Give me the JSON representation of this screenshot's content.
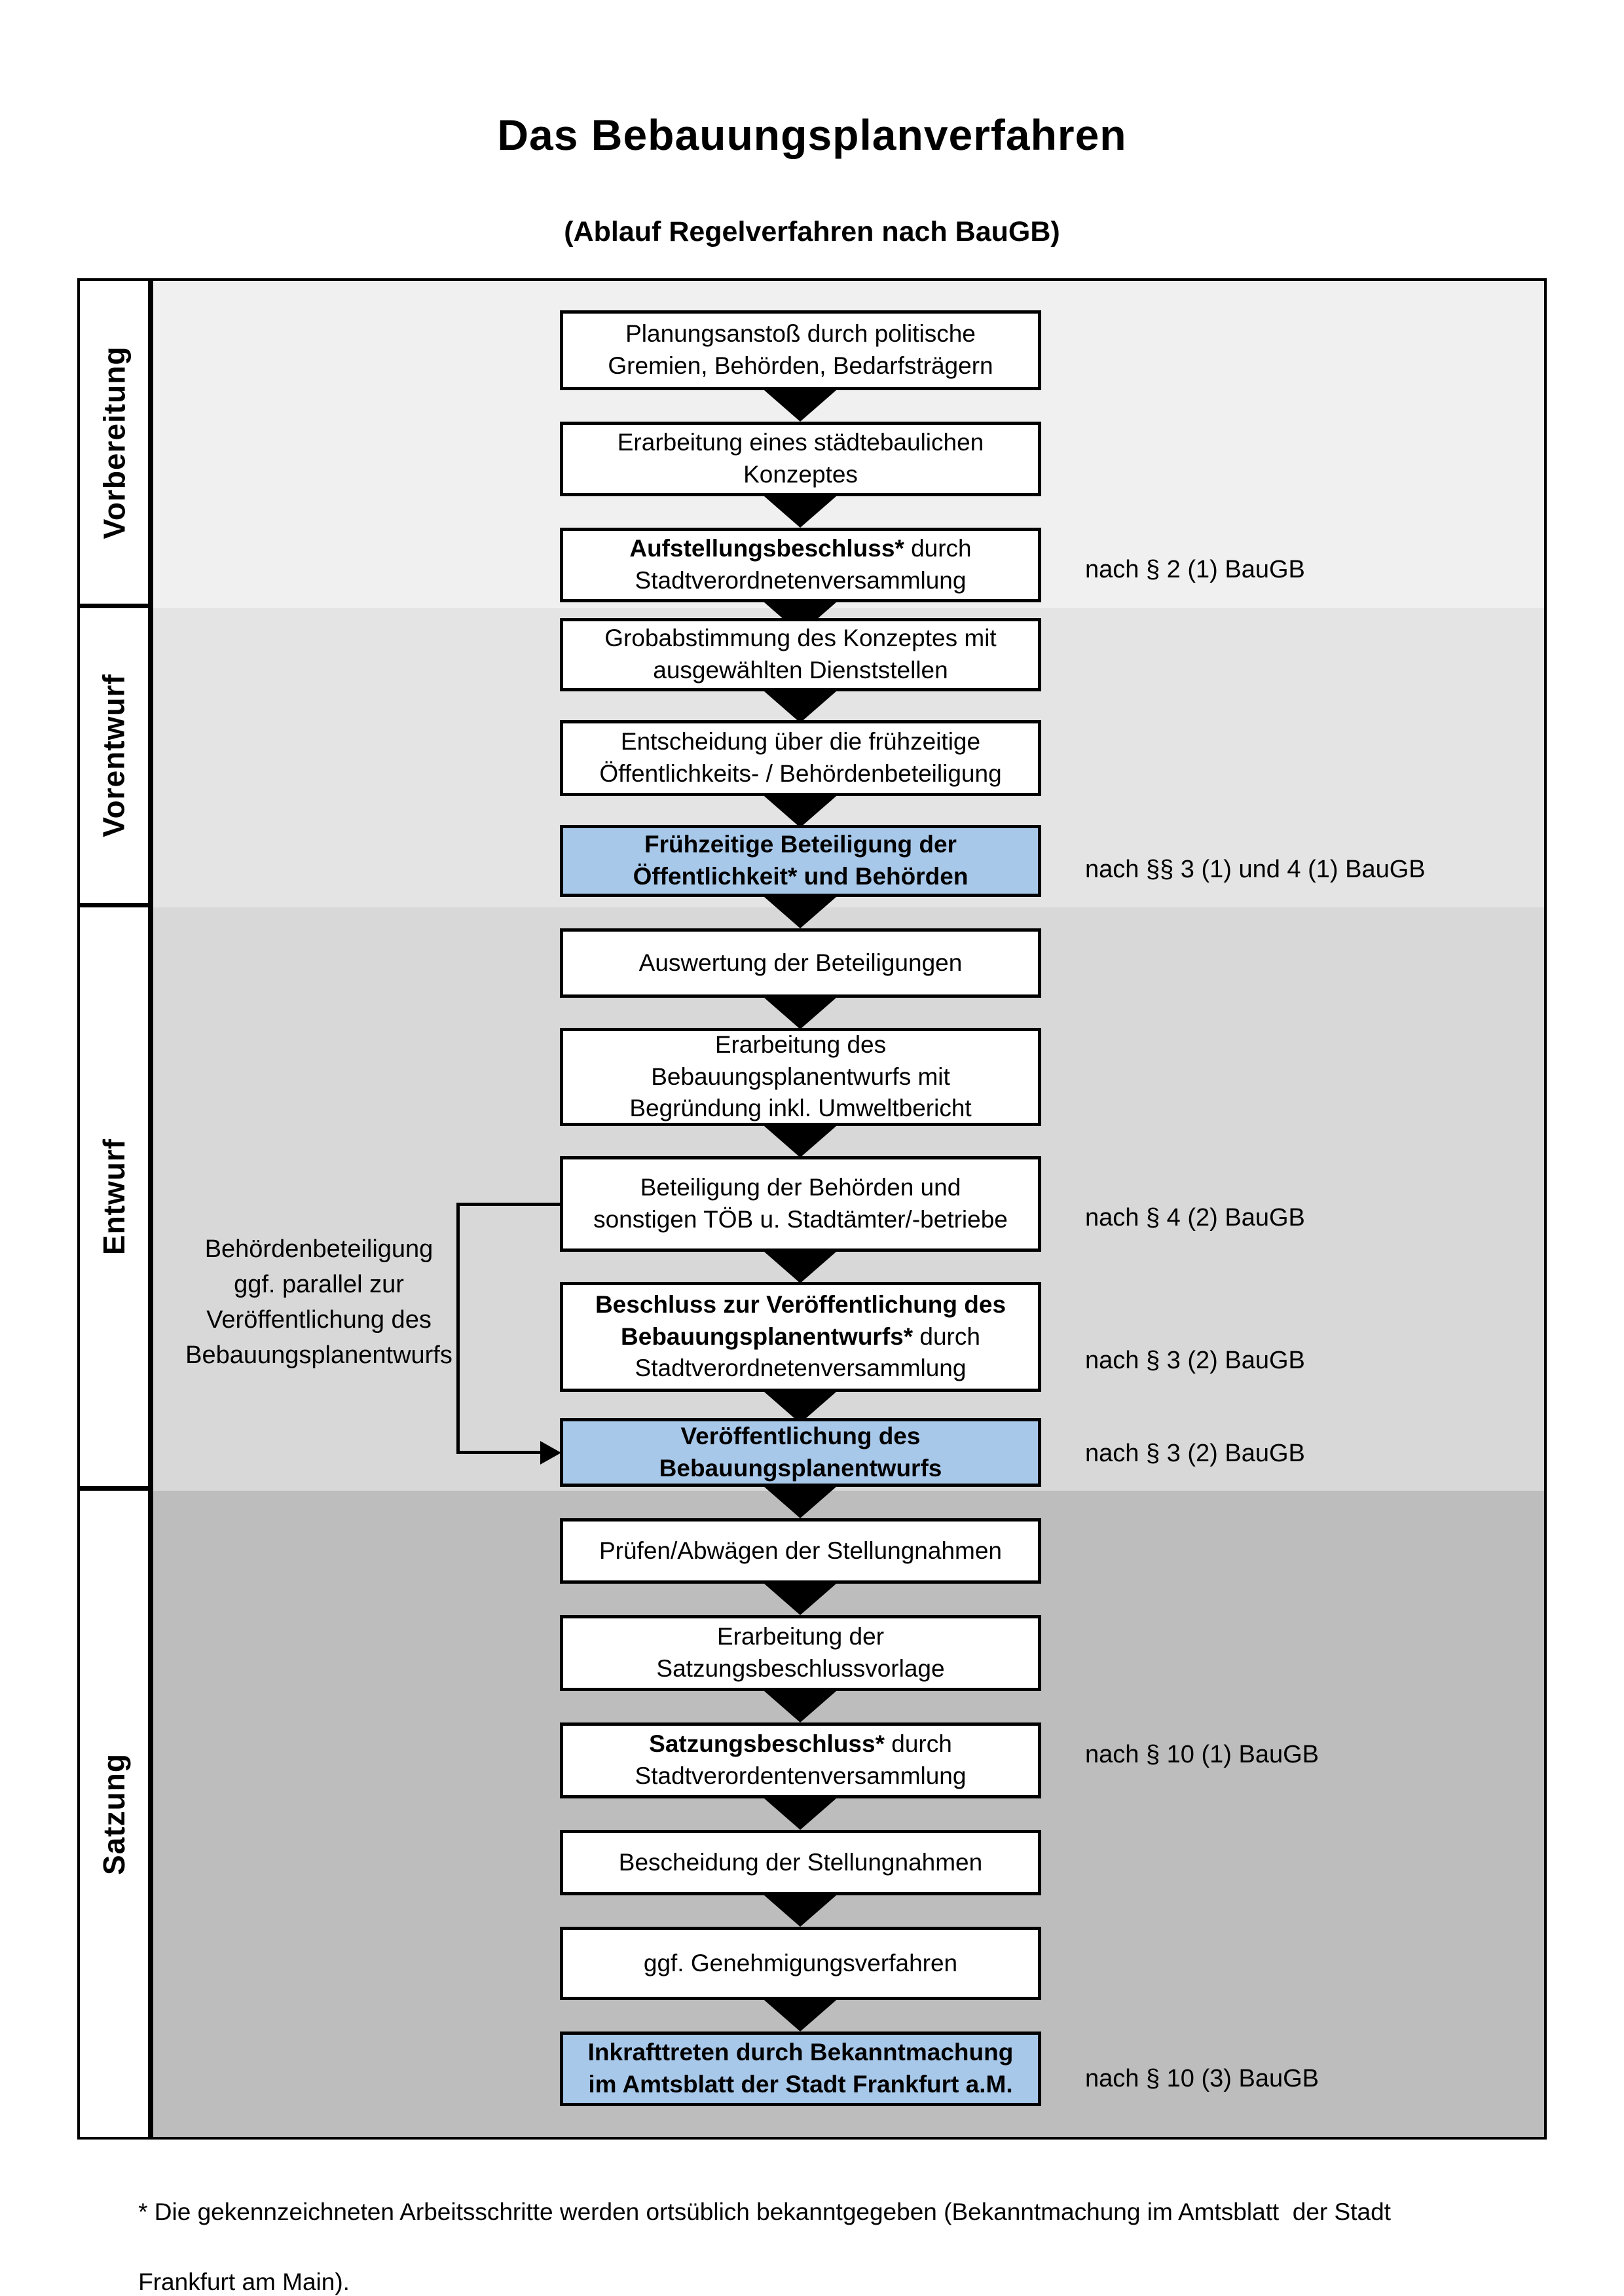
{
  "title": "Das Bebauungsplanverfahren",
  "subtitle": "(Ablauf Regelverfahren nach BauGB)",
  "colors": {
    "highlight_blue": "#a8c8ea",
    "band_vorbereitung": "#f0f0f0",
    "band_vorentwurf": "#e4e4e4",
    "band_entwurf": "#d8d8d8",
    "band_satzung": "#bdbdbd",
    "box_border": "#000000"
  },
  "phases": [
    {
      "label": "Vorbereitung"
    },
    {
      "label": "Vorentwurf"
    },
    {
      "label": "Entwurf"
    },
    {
      "label": "Satzung"
    }
  ],
  "boxes": [
    {
      "l1": "Planungsanstoß durch politische",
      "l2": "Gremien, Behörden, Bedarfsträgern"
    },
    {
      "l1": "Erarbeitung eines städtebaulichen",
      "l2": "Konzeptes"
    },
    {
      "b1": "Aufstellungsbeschluss*",
      "r1": " durch",
      "l2": "Stadtverordnetenversammlung"
    },
    {
      "l1": "Grobabstimmung des Konzeptes mit",
      "l2": "ausgewählten Dienststellen"
    },
    {
      "l1": "Entscheidung über die frühzeitige",
      "l2": "Öffentlichkeits- / Behördenbeteiligung"
    },
    {
      "l1": "Frühzeitige Beteiligung der",
      "l2": "Öffentlichkeit* und Behörden"
    },
    {
      "l1": "Auswertung der Beteiligungen"
    },
    {
      "l1": "Erarbeitung des",
      "l2": "Bebauungsplanentwurfs mit",
      "l3": "Begründung inkl. Umweltbericht"
    },
    {
      "l1": "Beteiligung der Behörden und",
      "l2": "sonstigen TÖB u. Stadtämter/-betriebe"
    },
    {
      "b1": "Beschluss zur Veröffentlichung des",
      "b2": "Bebauungsplanentwurfs*",
      "r2": " durch",
      "l3": "Stadtverordnetenversammlung"
    },
    {
      "l1": "Veröffentlichung des",
      "l2": "Bebauungsplanentwurfs"
    },
    {
      "l1": "Prüfen/Abwägen der Stellungnahmen"
    },
    {
      "l1": "Erarbeitung der",
      "l2": "Satzungsbeschlussvorlage"
    },
    {
      "b1": "Satzungsbeschluss*",
      "r1": " durch",
      "l2": "Stadtverordentenversammlung"
    },
    {
      "l1": "Bescheidung der Stellungnahmen"
    },
    {
      "l1": "ggf. Genehmigungsverfahren"
    },
    {
      "b1": "Inkrafttreten",
      "r1": " durch Bekanntmachung",
      "l2": "im Amtsblatt der Stadt Frankfurt a.M."
    }
  ],
  "references": [
    {
      "text": "nach § 2 (1) BauGB"
    },
    {
      "text": "nach §§ 3 (1) und 4 (1) BauGB"
    },
    {
      "text": "nach § 4 (2) BauGB"
    },
    {
      "text": "nach § 3 (2) BauGB"
    },
    {
      "text": "nach § 3 (2) BauGB"
    },
    {
      "text": "nach § 10 (1) BauGB"
    },
    {
      "text": "nach § 10 (3) BauGB"
    }
  ],
  "annotation": {
    "l1": "Behördenbeteiligung",
    "l2": "ggf. parallel zur",
    "l3": "Veröffentlichung des",
    "l4": "Bebauungsplanentwurfs"
  },
  "footnote": {
    "l1": "* Die gekennzeichneten Arbeitsschritte werden ortsüblich bekanntgegeben (Bekanntmachung im Amtsblatt  der Stadt",
    "l2": "Frankfurt am Main)."
  }
}
